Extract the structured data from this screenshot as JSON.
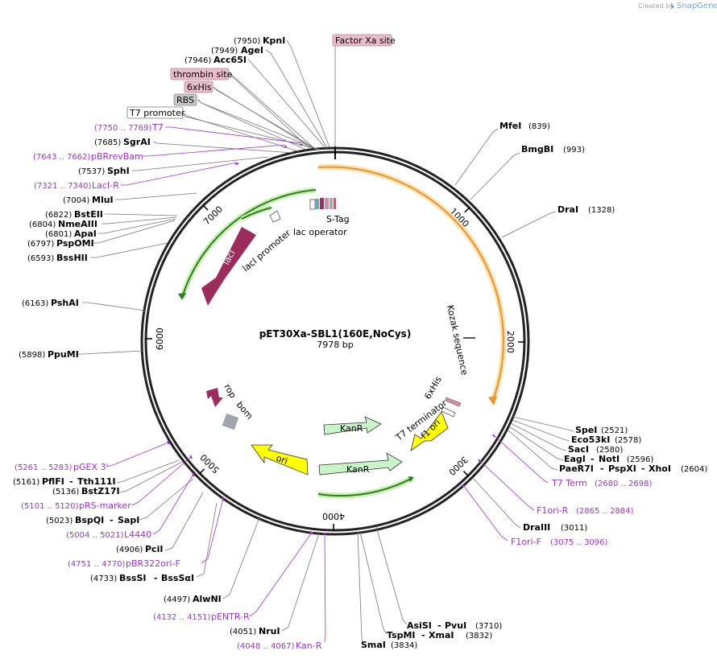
{
  "watermark": {
    "created_by": "Created by",
    "brand": "SnapGene"
  },
  "plasmid": {
    "name": "pET30Xa-SBL1(160E,NoCys)",
    "length_label": "7978 bp",
    "length": 7978
  },
  "ticks": [
    {
      "pos": 1000,
      "label": "1000"
    },
    {
      "pos": 2000,
      "label": "2000"
    },
    {
      "pos": 3000,
      "label": "3000"
    },
    {
      "pos": 4000,
      "label": "4000"
    },
    {
      "pos": 5000,
      "label": "5000"
    },
    {
      "pos": 6000,
      "label": "6000"
    },
    {
      "pos": 7000,
      "label": "7000"
    }
  ],
  "enzymes_left": [
    {
      "pos": "(7950)",
      "name": "KpnI"
    },
    {
      "pos": "(7949)",
      "name": "AgeI"
    },
    {
      "pos": "(7946)",
      "name": "Acc65I"
    },
    {
      "pos": "(7685)",
      "name": "SgrAI"
    },
    {
      "pos": "(7537)",
      "name": "SphI"
    },
    {
      "pos": "(7004)",
      "name": "MluI"
    },
    {
      "pos": "(6822)",
      "name": "BstEII"
    },
    {
      "pos": "(6804)",
      "name": "NmeAIII"
    },
    {
      "pos": "(6801)",
      "name": "ApaI"
    },
    {
      "pos": "(6797)",
      "name": "PspOMI"
    },
    {
      "pos": "(6593)",
      "name": "BssHII"
    },
    {
      "pos": "(6163)",
      "name": "PshAI"
    },
    {
      "pos": "(5898)",
      "name": "PpuMI"
    },
    {
      "pos": "(5161)",
      "name": "PflFI",
      "name2": "Tth111I"
    },
    {
      "pos": "(5136)",
      "name": "BstZ17I"
    },
    {
      "pos": "(5023)",
      "name": "BspQI",
      "name2": "SapI"
    },
    {
      "pos": "(4906)",
      "name": "PciI"
    },
    {
      "pos": "(4733)",
      "name": "BssSI",
      "name2": "BssSαI"
    },
    {
      "pos": "(4497)",
      "name": "AlwNI"
    },
    {
      "pos": "(4051)",
      "name": "NruI"
    }
  ],
  "enzymes_right": [
    {
      "name": "MfeI",
      "pos": "(839)"
    },
    {
      "name": "BmgBI",
      "pos": "(993)"
    },
    {
      "name": "DraI",
      "pos": "(1328)"
    },
    {
      "name": "SpeI",
      "pos": "(2521)"
    },
    {
      "name": "Eco53kI",
      "pos": "(2578)"
    },
    {
      "name": "SacI",
      "pos": "(2580)"
    },
    {
      "name": "EagI",
      "name2": "NotI",
      "pos": "(2596)"
    },
    {
      "name": "PaeR7I",
      "name2": "PspXI",
      "name3": "XhoI",
      "pos": "(2604)"
    },
    {
      "name": "DraIII",
      "pos": "(3011)"
    }
  ],
  "enzymes_bottom": [
    {
      "name": "AsiSI",
      "name2": "PvuI",
      "pos": "(3710)"
    },
    {
      "name": "TspMI",
      "name2": "XmaI",
      "pos": "(3832)"
    },
    {
      "name": "SmaI",
      "pos": "(3834)"
    }
  ],
  "primers_left": [
    {
      "pos": "(7750 .. 7769)",
      "name": "T7"
    },
    {
      "pos": "(7643 .. 7662)",
      "name": "pBRrevBam"
    },
    {
      "pos": "(7321 .. 7340)",
      "name": "LacI-R"
    },
    {
      "pos": "(5261 .. 5283)",
      "name": "pGEX 3'"
    },
    {
      "pos": "(5101 .. 5120)",
      "name": "pRS-marker"
    },
    {
      "pos": "(5004 .. 5021)",
      "name": "L4440"
    },
    {
      "pos": "(4751 .. 4770)",
      "name": "pBR322ori-F"
    },
    {
      "pos": "(4132 .. 4151)",
      "name": "pENTR-R"
    },
    {
      "pos": "(4048 .. 4067)",
      "name": "Kan-R"
    }
  ],
  "primers_right": [
    {
      "name": "T7 Term",
      "pos": "(2680 .. 2698)"
    },
    {
      "name": "F1ori-R",
      "pos": "(2865 .. 2884)"
    },
    {
      "name": "F1ori-F",
      "pos": "(3075 .. 3096)"
    }
  ],
  "boxed_features": [
    {
      "name": "Factor Xa site",
      "style": "pink"
    },
    {
      "name": "thrombin site",
      "style": "pink"
    },
    {
      "name": "6xHis",
      "style": "pink"
    },
    {
      "name": "RBS",
      "style": "gray"
    },
    {
      "name": "T7 promoter",
      "style": "white"
    }
  ],
  "features": {
    "lacI": "lacI",
    "lacI_promoter": "lacI promoter",
    "lac_operator": "lac operator",
    "s_tag": "S-Tag",
    "kozak": "Kozak sequence",
    "his6": "6xHis",
    "t7_terminator": "T7 terminator",
    "f1_ori": "f1 ori",
    "kanr": "KanR",
    "ori": "ori",
    "rop": "rop",
    "bom": "bom"
  },
  "colors": {
    "backbone": "#222222",
    "cds_orange": "#f0a030",
    "lacI": "#9b2c5c",
    "green_arrow": "#2e7d1f",
    "kanr_fill": "#c8f5c8",
    "ori_fill": "#ffff00",
    "primer": "#a02fd8",
    "pink_box": "#e8bccc",
    "gray_box": "#c8c8c8"
  }
}
